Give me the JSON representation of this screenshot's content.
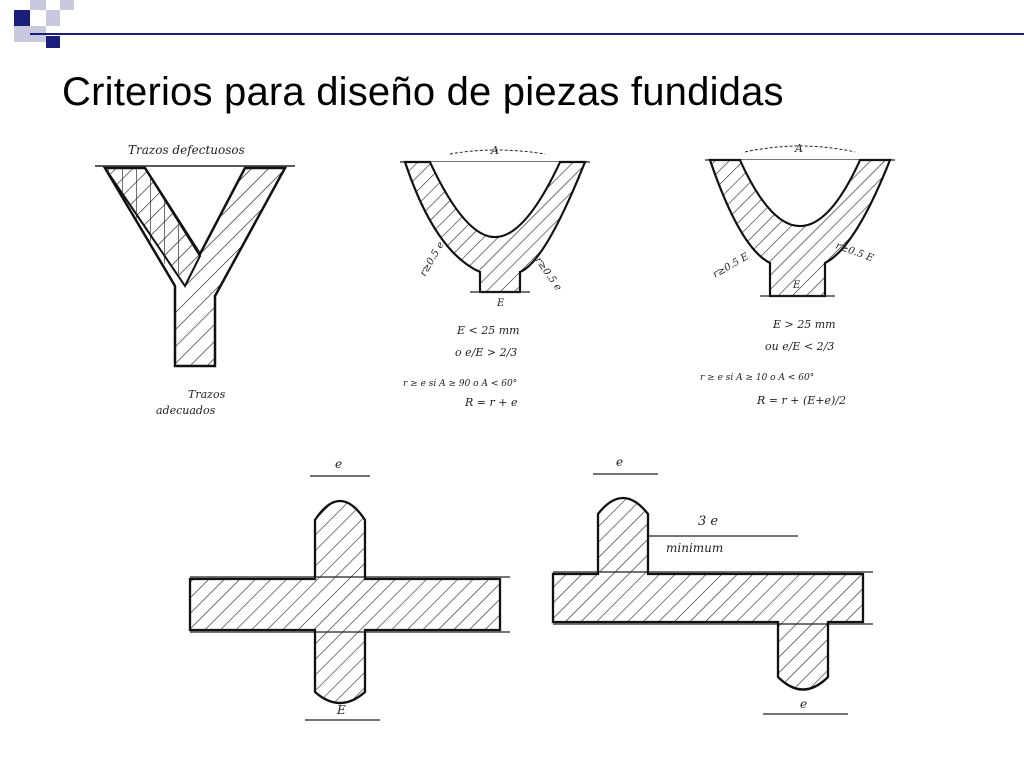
{
  "slide": {
    "title": "Criterios para diseño de piezas fundidas"
  },
  "figures": {
    "y1": {
      "top_label": "Trazos defectuosos",
      "bottom_label_1": "Trazos",
      "bottom_label_2": "adecuados"
    },
    "y2": {
      "angle_label": "A",
      "left_radius": "r≥0.5 e",
      "right_radius": "r≥0.5 e",
      "base_label": "E",
      "cond_1": "E < 25 mm",
      "cond_2": "o e/E > 2/3",
      "cond_3": "r ≥ e  si A ≥ 90 o A < 60°",
      "cond_4": "R = r + e"
    },
    "y3": {
      "angle_label": "A",
      "left_radius": "r≥0.5 E",
      "right_radius": "r≥0.5 E",
      "base_label": "E",
      "cond_1": "E > 25 mm",
      "cond_2": "ou e/E < 2/3",
      "cond_3": "r ≥ e  si A ≥ 10 o A < 60°",
      "cond_4": "R = r + (E+e)/2"
    },
    "cross": {
      "top_dim": "e",
      "bottom_dim": "E"
    },
    "offset": {
      "top_dim": "e",
      "gap_value": "3 e",
      "gap_label": "minimum",
      "bottom_dim": "e"
    }
  }
}
